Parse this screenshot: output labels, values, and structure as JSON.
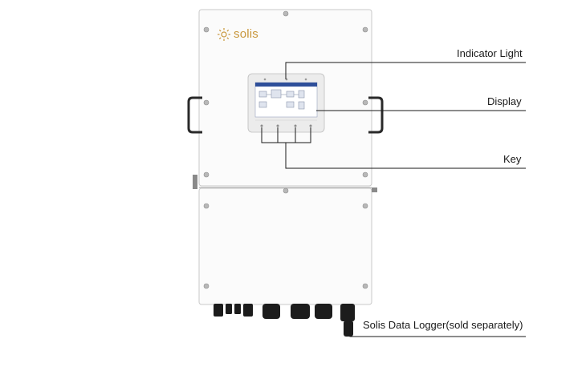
{
  "brand": {
    "logo_text": "solis",
    "logo_color": "#c8963a"
  },
  "callouts": {
    "indicator_light": "Indicator Light",
    "display": "Display",
    "key": "Key",
    "data_logger": "Solis Data Logger(sold separately)"
  },
  "colors": {
    "body": "#fbfbfb",
    "outline": "#c9c9c9",
    "screen_bezel": "#ececec",
    "screen_header": "#2e4f9a",
    "connectors": "#1c1c1c",
    "handles": "#2a2a2a",
    "leader_lines": "#1a1a1a"
  },
  "icons": [
    "sun-logo-icon",
    "screw-icon",
    "handle-icon",
    "key-button-icon",
    "connector-icon"
  ]
}
